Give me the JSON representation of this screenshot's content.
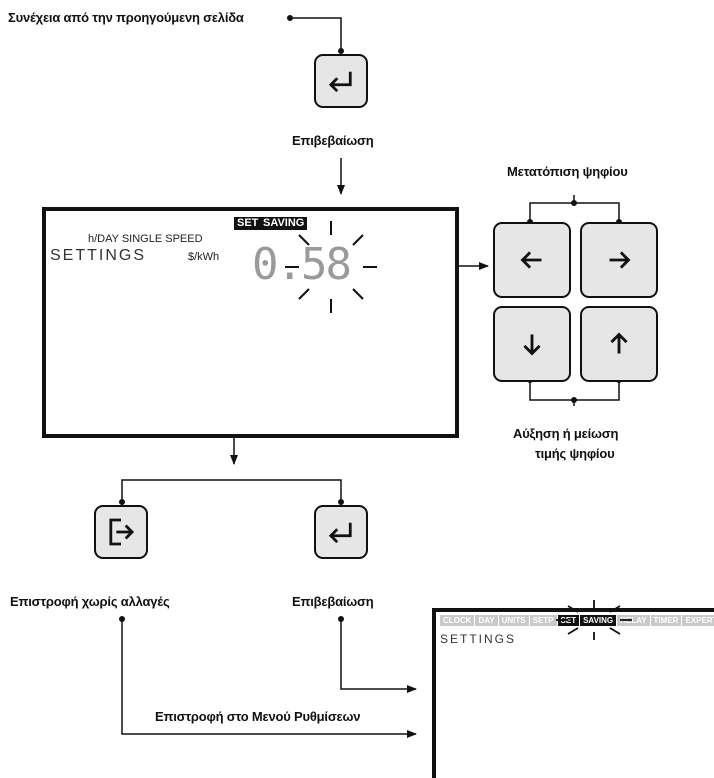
{
  "labels": {
    "continued": "Συνέχεια από την προηγούμενη σελίδα",
    "confirm_top": "Επιβεβαίωση",
    "shift_digit": "Μετατόπιση ψηφίου",
    "inc_dec_line1": "Αύξηση ή μείωση",
    "inc_dec_line2": "τιμής ψηφίου",
    "return_no_changes": "Επιστροφή χωρίς αλλαγές",
    "confirm_bottom": "Επιβεβαίωση",
    "return_settings_menu": "Επιστροφή στο Μενού Ρυθμίσεων"
  },
  "main_display": {
    "badge_set": "SET",
    "badge_saving": "SAVING",
    "line1": "h/DAY SINGLE SPEED",
    "settings": "SETTINGS",
    "unit": "$/kWh",
    "value": "0.58"
  },
  "small_display": {
    "tabs": [
      "CLOCK",
      "DAY",
      "UNITS",
      "SETP",
      "SET",
      "SAVING",
      "RELAY",
      "TIMER",
      "EXPERT"
    ],
    "active_tabs": [
      "SET",
      "SAVING"
    ],
    "settings": "SETTINGS"
  },
  "icons": {
    "enter": "enter-arrow-icon",
    "left": "arrow-left-icon",
    "right": "arrow-right-icon",
    "down": "arrow-down-icon",
    "up": "arrow-up-icon",
    "exit": "exit-door-icon",
    "blink": "blink-rays-icon"
  }
}
